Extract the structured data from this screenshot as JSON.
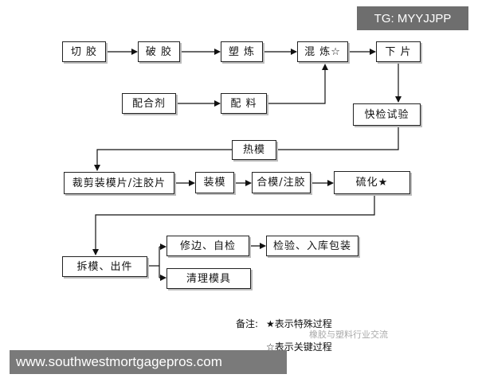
{
  "nodes": {
    "cut_rubber": "切  胶",
    "break_rubber": "破  胶",
    "plasticate": "塑  炼",
    "mix": "混  炼☆",
    "unload": "下  片",
    "compounding_agent": "配合剂",
    "ingredients": "配  料",
    "quick_test": "快检试验",
    "hot_mold": "热模",
    "cut_load": "裁剪装模片/注胶片",
    "load_mold": "装模",
    "close_inject": "合模/注胶",
    "vulcanize": "硫化★",
    "demold": "拆模、出件",
    "trim_inspect": "修边、自检",
    "inspect_store": "检验、入库包装",
    "clean_mold": "清理模具"
  },
  "notes": {
    "label": "备注:",
    "special": "★表示特殊过程",
    "key": "☆表示关键过程"
  },
  "overlays": {
    "telegram": "TG: MYYJJPP",
    "website": "www.southwestmortgagepros.com",
    "watermark": "橡胶与塑料行业交流"
  }
}
